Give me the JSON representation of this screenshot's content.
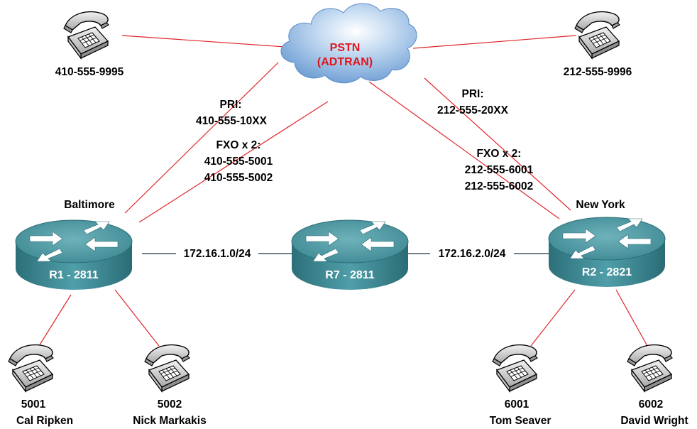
{
  "colors": {
    "pstn_link": "#e0262b",
    "lan_link": "#1f2f44",
    "router": "#3e8c98",
    "phone": "#b7b7b7",
    "cloud": "#87b3e0"
  },
  "cloud": {
    "line1": "PSTN",
    "line2": "(ADTRAN)",
    "icon": "cloud-icon"
  },
  "pstn_phones": [
    {
      "number": "410-555-9995",
      "icon": "phone-icon"
    },
    {
      "number": "212-555-9996",
      "icon": "phone-icon"
    }
  ],
  "links": {
    "baltimore_pri": {
      "line1": "PRI:",
      "line2": "410-555-10XX"
    },
    "baltimore_fxo": {
      "line1": "FXO x 2:",
      "line2": "410-555-5001",
      "line3": "410-555-5002"
    },
    "newyork_pri": {
      "line1": "PRI:",
      "line2": "212-555-20XX"
    },
    "newyork_fxo": {
      "line1": "FXO x 2:",
      "line2": "212-555-6001",
      "line3": "212-555-6002"
    },
    "subnet_left": "172.16.1.0/24",
    "subnet_right": "172.16.2.0/24"
  },
  "sites": {
    "baltimore": "Baltimore",
    "newyork": "New York"
  },
  "routers": {
    "r1": {
      "label": "R1 - 2811",
      "icon": "router-icon"
    },
    "r7": {
      "label": "R7 - 2811",
      "icon": "router-icon"
    },
    "r2": {
      "label": "R2 - 2821",
      "icon": "router-icon"
    }
  },
  "extensions": [
    {
      "number": "5001",
      "name": "Cal Ripken",
      "icon": "phone-icon"
    },
    {
      "number": "5002",
      "name": "Nick Markakis",
      "icon": "phone-icon"
    },
    {
      "number": "6001",
      "name": "Tom Seaver",
      "icon": "phone-icon"
    },
    {
      "number": "6002",
      "name": "David Wright",
      "icon": "phone-icon"
    }
  ]
}
